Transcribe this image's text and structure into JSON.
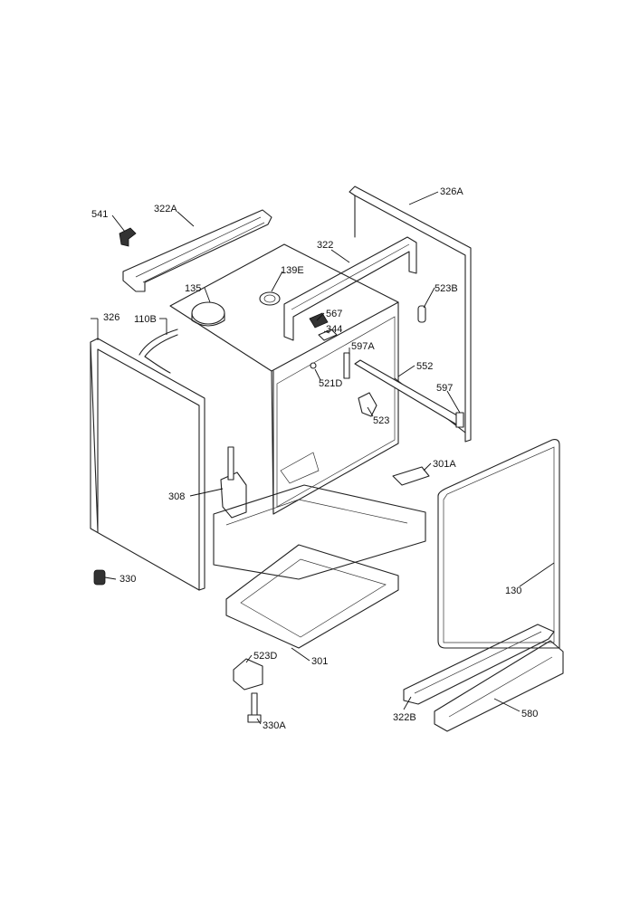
{
  "labels": {
    "l541": "541",
    "l322A": "322A",
    "l326A": "326A",
    "l322": "322",
    "l139E": "139E",
    "l523B": "523B",
    "l135": "135",
    "l567": "567",
    "l326": "326",
    "l110B": "110B",
    "l344": "344",
    "l597A": "597A",
    "l552": "552",
    "l521D": "521D",
    "l597": "597",
    "l523": "523",
    "l301A": "301A",
    "l308": "308",
    "l130": "130",
    "l330": "330",
    "l523D": "523D",
    "l301": "301",
    "l322B": "322B",
    "l580": "580",
    "l330A": "330A"
  }
}
